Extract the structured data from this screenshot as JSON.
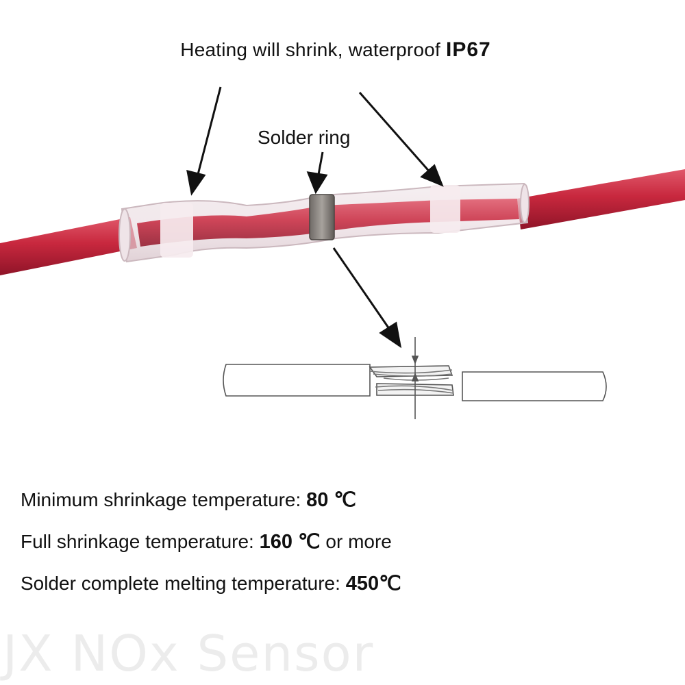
{
  "annotations": {
    "heading_prefix": "Heating will shrink, waterproof",
    "heading_rating": "IP67",
    "solder_ring_label": "Solder ring"
  },
  "specs": [
    {
      "label": "Minimum shrinkage temperature:",
      "value": "80 ℃",
      "suffix": ""
    },
    {
      "label": "Full shrinkage temperature:",
      "value": "160 ℃",
      "suffix": "or more"
    },
    {
      "label": "Solder complete melting temperature:",
      "value": "450℃",
      "suffix": ""
    }
  ],
  "watermark": "JX NOx Sensor",
  "colors": {
    "wire_red": "#c8283e",
    "sleeve_clear": "#e9dfe3",
    "seal_ring": "#f4e7ec",
    "solder_ring": "#8a8682",
    "line_black": "#111111"
  }
}
